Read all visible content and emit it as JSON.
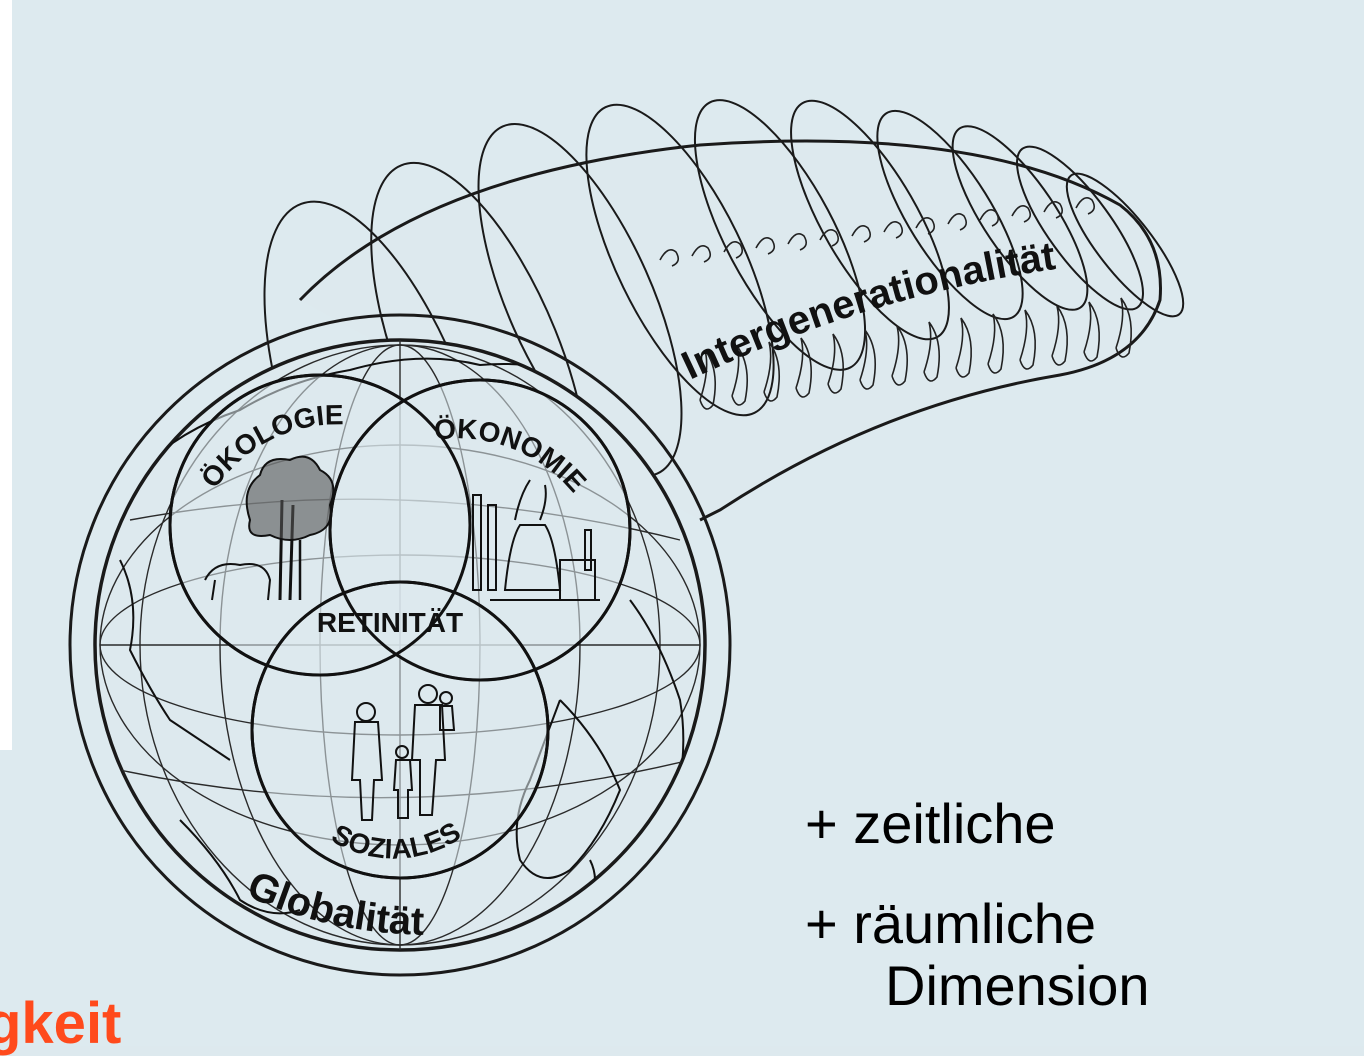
{
  "diagram": {
    "tube_label": "Intergenerationalität",
    "globe_label": "Globalität",
    "circles": {
      "ecology": "ÖKOLOGIE",
      "economy": "ÖKONOMIE",
      "social": "SOZIALES"
    },
    "center_label": "RETINITÄT"
  },
  "captions": {
    "temporal": "+ zeitliche",
    "spatial": "+ räumliche",
    "dimension": "Dimension"
  },
  "cut_off_word": "gkeit",
  "colors": {
    "background": "#ddeaef",
    "ink": "#1a1a1a",
    "accent": "#ff4a1c"
  }
}
